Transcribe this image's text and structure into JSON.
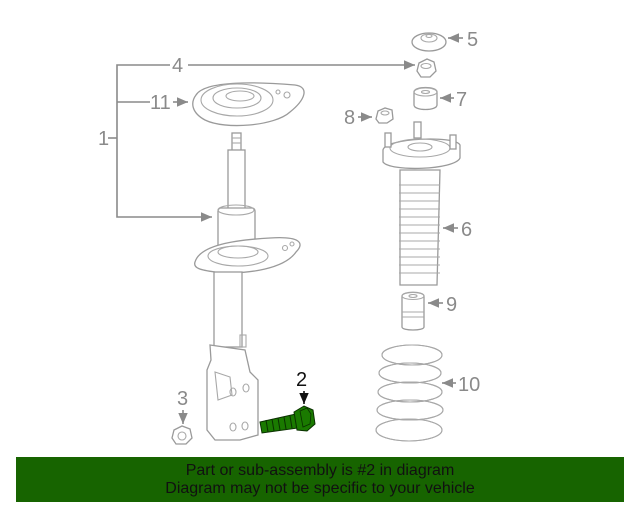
{
  "diagram": {
    "title": "Front strut assembly exploded parts diagram",
    "highlight_color": "#1a7a00",
    "line_color": "#8a8a8a",
    "callouts": [
      {
        "id": "1",
        "label": "1",
        "part": "strut assembly bracket"
      },
      {
        "id": "2",
        "label": "2",
        "part": "bolt",
        "highlighted": true
      },
      {
        "id": "3",
        "label": "3",
        "part": "nut"
      },
      {
        "id": "4",
        "label": "4",
        "part": "upper nut"
      },
      {
        "id": "5",
        "label": "5",
        "part": "cap"
      },
      {
        "id": "6",
        "label": "6",
        "part": "boot"
      },
      {
        "id": "7",
        "label": "7",
        "part": "bushing"
      },
      {
        "id": "8",
        "label": "8",
        "part": "nut"
      },
      {
        "id": "9",
        "label": "9",
        "part": "bumper"
      },
      {
        "id": "10",
        "label": "10",
        "part": "coil spring"
      },
      {
        "id": "11",
        "label": "11",
        "part": "spring seat"
      }
    ]
  },
  "banner": {
    "line1": "Part or sub-assembly is #2 in diagram",
    "line2": "Diagram may not be specific to your vehicle",
    "background": "#176400"
  }
}
